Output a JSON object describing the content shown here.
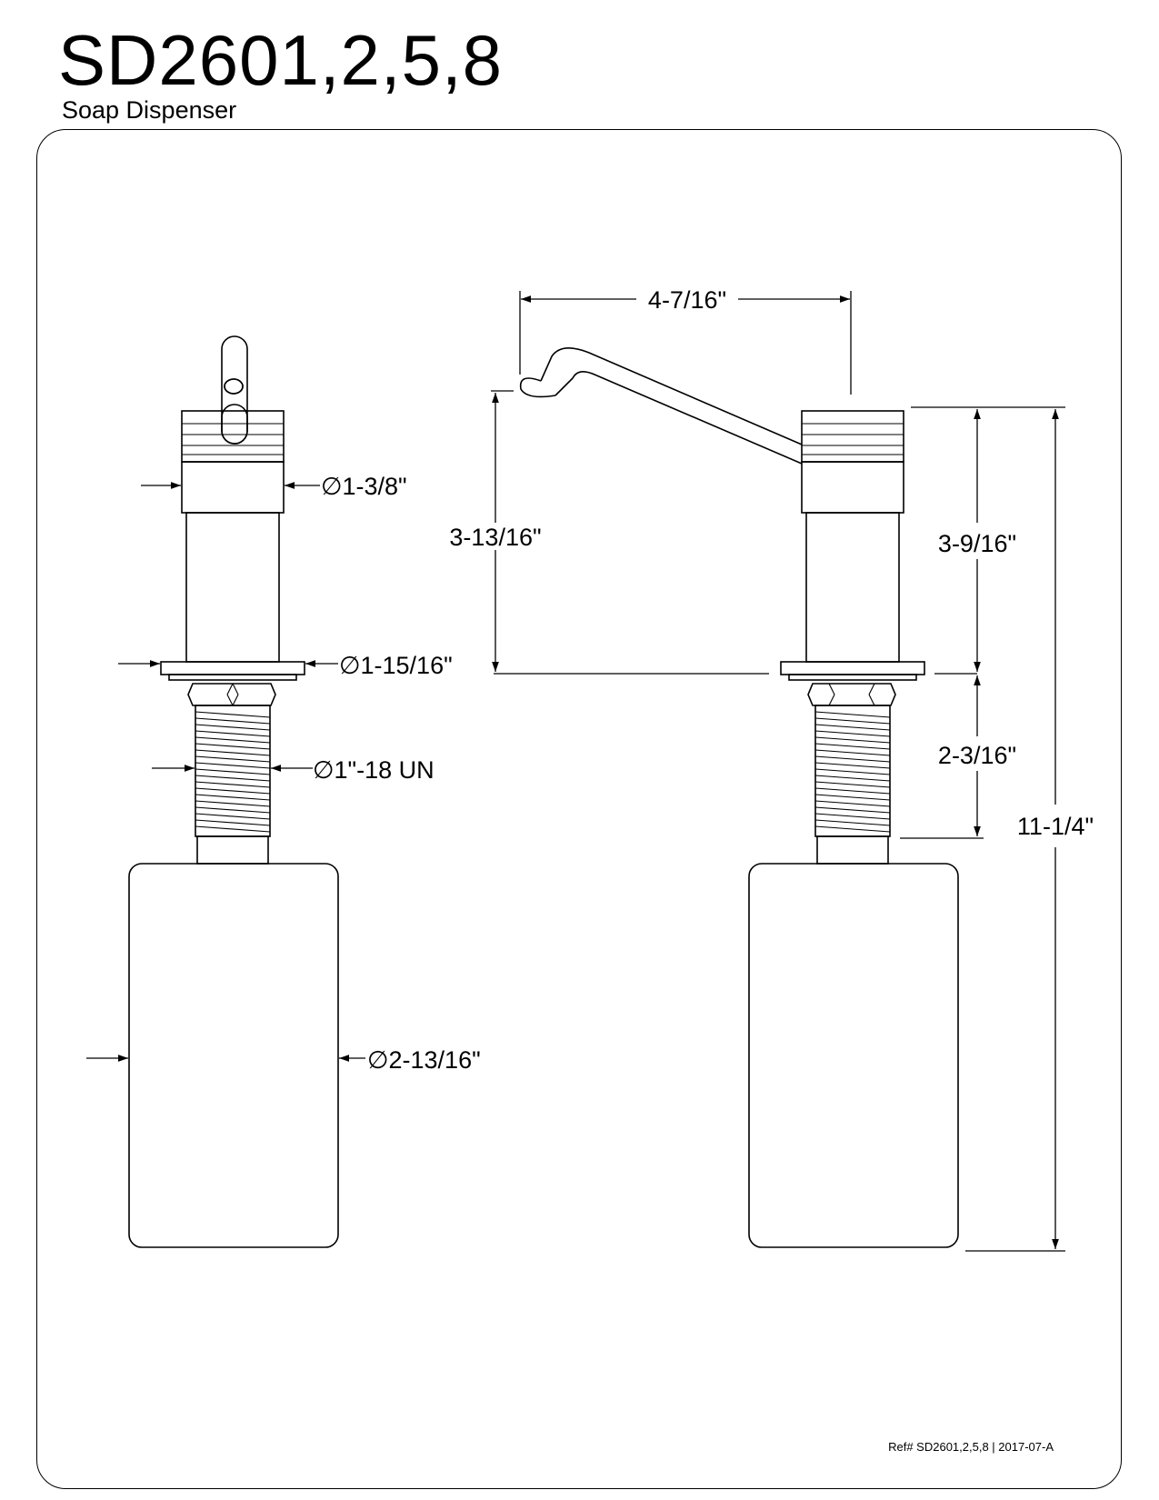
{
  "header": {
    "title": "SD2601,2,5,8",
    "subtitle": "Soap Dispenser"
  },
  "footer": {
    "ref": "Ref# SD2601,2,5,8 | 2017-07-A"
  },
  "dimensions": {
    "head_diameter": "∅1-3/8\"",
    "flange_diameter": "∅1-15/16\"",
    "thread_spec": "∅1\"-18 UN",
    "bottle_diameter": "∅2-13/16\"",
    "spout_reach": "4-7/16\"",
    "spout_height": "3-13/16\"",
    "body_height": "3-9/16\"",
    "shank_length": "2-3/16\"",
    "overall_height": "11-1/4\""
  }
}
